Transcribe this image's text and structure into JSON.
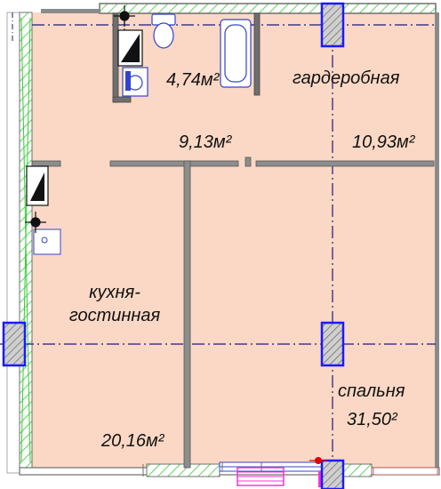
{
  "plan": {
    "colors": {
      "floor": "#fbd8c5",
      "wall": "#6f6f6f",
      "wall_light": "#a9a9a9",
      "column_fill": "#cfcfcf",
      "column_stroke": "#1a1aff",
      "axis": "#1a1a80",
      "hatch_green": "#33cc33",
      "window_magenta": "#ff33cc",
      "fixture_blue": "#3344cc",
      "marker_red": "#e00000"
    },
    "rooms": [
      {
        "id": "bathroom",
        "area": "4,74м²"
      },
      {
        "id": "hall",
        "area": "9,13м²"
      },
      {
        "id": "wardrobe",
        "name": "гардеробная",
        "area": "10,93м²"
      },
      {
        "id": "kitchen_living",
        "name_line1": "кухня-",
        "name_line2": "гостинная",
        "area": "20,16м²"
      },
      {
        "id": "bedroom",
        "name": "спальня",
        "area": "31,50²"
      }
    ]
  }
}
